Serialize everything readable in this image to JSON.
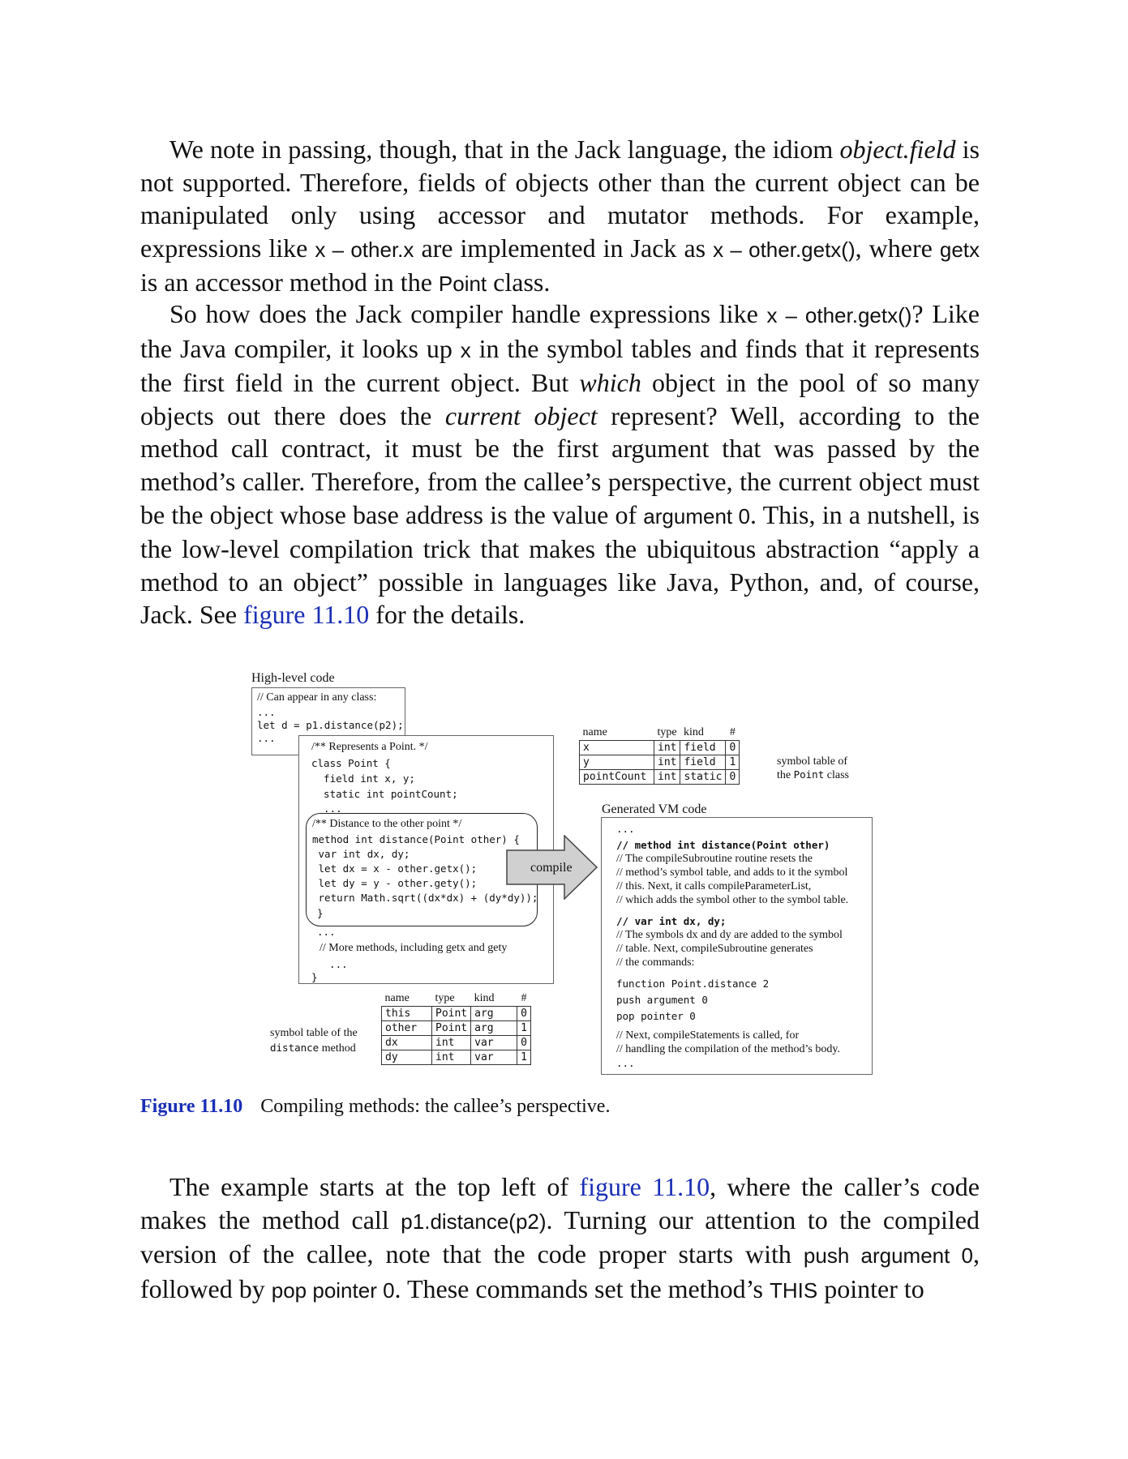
{
  "para1": {
    "t1": "We note in passing, though, that in the Jack language, the idiom ",
    "t2": "object.field",
    "t3": " is not supported. Therefore, fields of objects other than the current object can be manipulated only using accessor and mutator methods. For example, expressions like ",
    "c1": "x – other.x",
    "t4": " are implemented in Jack as ",
    "c2": "x – other.getx()",
    "t5": ", where ",
    "c3": "getx",
    "t6": " is an accessor method in the ",
    "c4": "Point",
    "t7": " class."
  },
  "para2": {
    "t1": "So how does the Jack compiler handle expressions like ",
    "c1": "x – other.getx()",
    "t2": "? Like the Java compiler, it looks up ",
    "c2": "x",
    "t3": " in the symbol tables and finds that it represents the first field in the current object. But ",
    "e1": "which",
    "t4": " object in the pool of so many objects out there does the ",
    "e2": "current object",
    "t5": " represent? Well, according to the method call contract, it must be the first argument that was passed by the method’s caller. Therefore, from the callee’s perspective, the current object must be the object whose base address is the value of ",
    "c3": "argument 0",
    "t6": ". This, in a nutshell, is the low-level compilation trick that makes the ubiquitous abstraction “apply a method to an object” possible in languages like Java, Python, and, of course, Jack. See ",
    "link": "figure 11.10",
    "t7": " for the details."
  },
  "figure": {
    "high_level_label": "High-level code",
    "caller_lines": [
      "// Can appear in any class:",
      "...",
      "let d = p1.distance(p2);",
      "..."
    ],
    "class_lines": [
      "/** Represents a Point. */",
      "class Point {",
      "  field int x, y;",
      "  static int pointCount;",
      "  ..."
    ],
    "method_lines": [
      "/** Distance to the other point */",
      "method int distance(Point other) {",
      " var int dx, dy;",
      " let dx = x - other.getx();",
      " let dy = y - other.gety();",
      " return Math.sqrt((dx*dx) + (dy*dy));",
      "}"
    ],
    "class_tail_lines": [
      "...",
      "// More methods, including getx and gety",
      "  ...",
      "}"
    ],
    "compile_label": "compile",
    "class_table": {
      "headers": [
        "name",
        "type",
        "kind",
        "#"
      ],
      "rows": [
        [
          "x",
          "int",
          "field",
          "0"
        ],
        [
          "y",
          "int",
          "field",
          "1"
        ],
        [
          "pointCount",
          "int",
          "static",
          "0"
        ]
      ],
      "label_line1": "symbol table of",
      "label_line2_pre": "the ",
      "label_line2_code": "Point",
      "label_line2_post": " class"
    },
    "method_table": {
      "headers": [
        "name",
        "type",
        "kind",
        "#"
      ],
      "rows": [
        [
          "this",
          "Point",
          "arg",
          "0"
        ],
        [
          "other",
          "Point",
          "arg",
          "1"
        ],
        [
          "dx",
          "int",
          "var",
          "0"
        ],
        [
          "dy",
          "int",
          "var",
          "1"
        ]
      ],
      "label_line1": "symbol table of the",
      "label_line2_code": "distance",
      "label_line2_post": " method"
    },
    "vm_label": "Generated VM code",
    "vm": {
      "l0": "...",
      "l1": "// method int distance(Point other)",
      "l2": "// The compileSubroutine routine resets the",
      "l3": "// method’s symbol table, and adds to it the symbol",
      "l4": "// this. Next, it calls compileParameterList,",
      "l5": "// which adds the symbol other to the symbol table.",
      "l6": "// var int dx, dy;",
      "l7": "// The symbols dx and dy are added to the symbol",
      "l8": "// table. Next, compileSubroutine generates",
      "l9": "// the commands:",
      "l10": "function Point.distance 2",
      "l11": "push argument 0",
      "l12": "pop pointer 0",
      "l13": "// Next, compileStatements is called, for",
      "l14": "// handling the compilation of the method’s body.",
      "l15": "..."
    }
  },
  "caption": {
    "number": "Figure 11.10",
    "text": "Compiling methods: the callee’s perspective."
  },
  "para3": {
    "t1": "The example starts at the top left of ",
    "link": "figure 11.10",
    "t2": ", where the caller’s code makes the method call ",
    "c1": "p1.distance(p2)",
    "t3": ". Turning our attention to the compiled version of the callee, note that the code proper starts with ",
    "c2": "push argument 0",
    "t4": ", followed by ",
    "c3": "pop pointer 0",
    "t5": ". These commands set the method’s ",
    "c4": "THIS",
    "t6": " pointer to"
  }
}
